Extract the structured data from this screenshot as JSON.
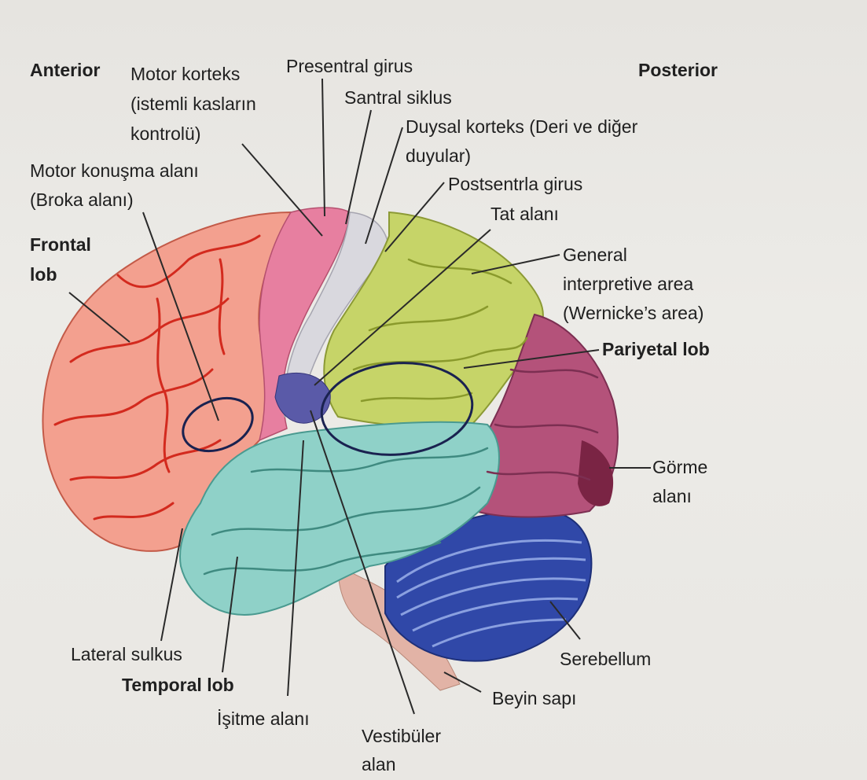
{
  "labels": {
    "anterior": "Anterior",
    "posterior": "Posterior",
    "motor_korteks_1": "Motor korteks",
    "motor_korteks_2": "(istemli kasların",
    "motor_korteks_3": "kontrolü)",
    "presentral_girus": "Presentral girus",
    "santral_siklus": "Santral siklus",
    "duysal_korteks_1": "Duysal korteks (Deri ve diğer",
    "duysal_korteks_2": "duyular)",
    "motor_konusma_1": "Motor konuşma alanı",
    "motor_konusma_2": "(Broka alanı)",
    "postsentral_girus": "Postsentrla girus",
    "tat_alani": "Tat alanı",
    "frontal_lob_1": "Frontal",
    "frontal_lob_2": "lob",
    "general_1": "General",
    "general_2": "interpretive area",
    "general_3": "(Wernicke’s area)",
    "pariyetal_lob": "Pariyetal lob",
    "gorme_1": "Görme",
    "gorme_2": "alanı",
    "lateral_sulkus": "Lateral sulkus",
    "temporal_lob": "Temporal lob",
    "serebellum": "Serebellum",
    "beyin_sapi": "Beyin sapı",
    "isitme_alani": "İşitme alanı",
    "vestibuler_1": "Vestibüler",
    "vestibuler_2": "alan"
  },
  "colors": {
    "frontal": "#f3a08f",
    "frontal_vein": "#d32a1e",
    "motor_cortex": "#e77fa0",
    "central_sulcus": "#d9d8de",
    "sensory_cortex": "#c5d46a",
    "parietal": "#c6d468",
    "occipital": "#b4527a",
    "temporal": "#8fd1c8",
    "cerebellum": "#3048a8",
    "brainstem": "#e2b3a6",
    "gustatory": "#5a5aa8",
    "outline_ring": "#1a2250"
  }
}
